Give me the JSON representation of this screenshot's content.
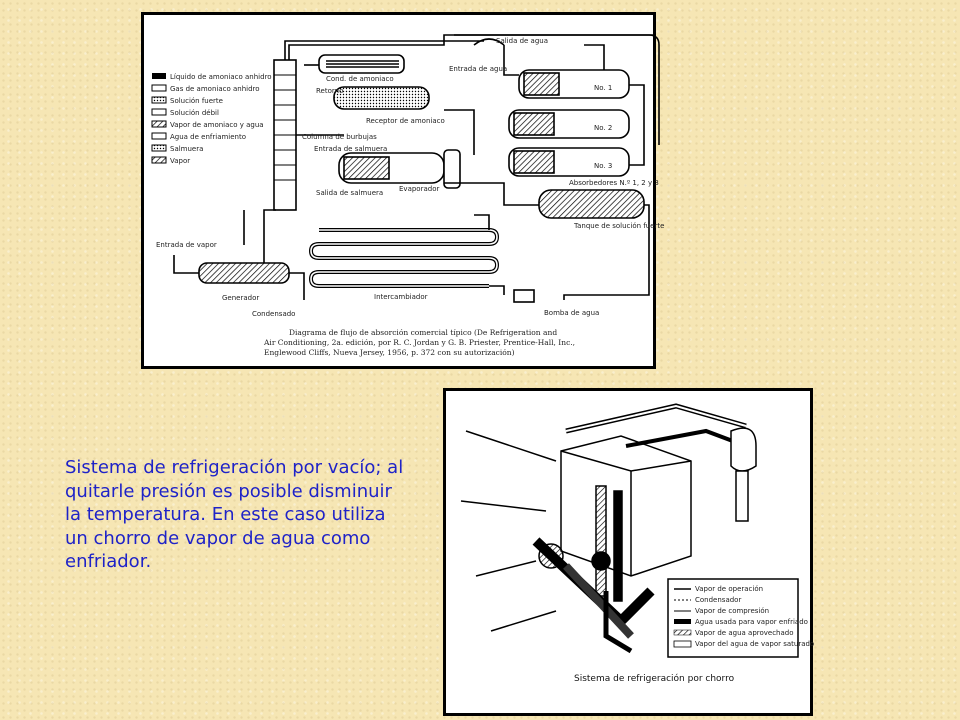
{
  "top_diagram": {
    "legend": [
      "Líquido de amoniaco anhidro",
      "Gas de amoniaco anhidro",
      "Solución fuerte",
      "Solución débil",
      "Vapor de amoniaco y agua",
      "Agua de enfriamiento",
      "Salmuera",
      "Vapor"
    ],
    "labels": {
      "cond": "Cond. de amoniaco",
      "retorno": "Retorno",
      "entrada_agua": "Entrada de agua",
      "salida_agua": "Salida de agua",
      "receptor": "Receptor de amoniaco",
      "columna": "Columna de burbujas",
      "entrada_salmuera": "Entrada de salmuera",
      "salida_salmuera": "Salida de salmuera",
      "evaporador": "Evaporador",
      "no1": "No. 1",
      "no2": "No. 2",
      "no3": "No. 3",
      "absorbedores": "Absorbedores N.º 1, 2 y 3",
      "tanque": "Tanque de solución fuerte",
      "entrada_vapor": "Entrada de vapor",
      "generador": "Generador",
      "condensado": "Condensado",
      "intercambiador": "Intercambiador",
      "bomba": "Bomba de agua"
    },
    "caption": [
      "Diagrama de flujo de absorción comercial típico (De Refrigeration and",
      "Air Conditioning, 2a. edición, por R. C. Jordan y G. B. Priester, Prentice-Hall, Inc.,",
      "Englewood Cliffs, Nueva Jersey, 1956, p. 372 con su autorización)"
    ]
  },
  "bottom_diagram": {
    "caption": "Sistema de refrigeración por chorro",
    "legend": [
      "Vapor de operación",
      "Condensador",
      "Vapor de compresión",
      "Agua usada para vapor enfriado",
      "Vapor de agua aprovechado",
      "Vapor del agua de vapor saturado"
    ]
  },
  "description": "Sistema de refrigeración por vacío; al quitarle presión es posible disminuir la temperatura. En este caso utiliza un chorro de vapor de agua como enfriador."
}
